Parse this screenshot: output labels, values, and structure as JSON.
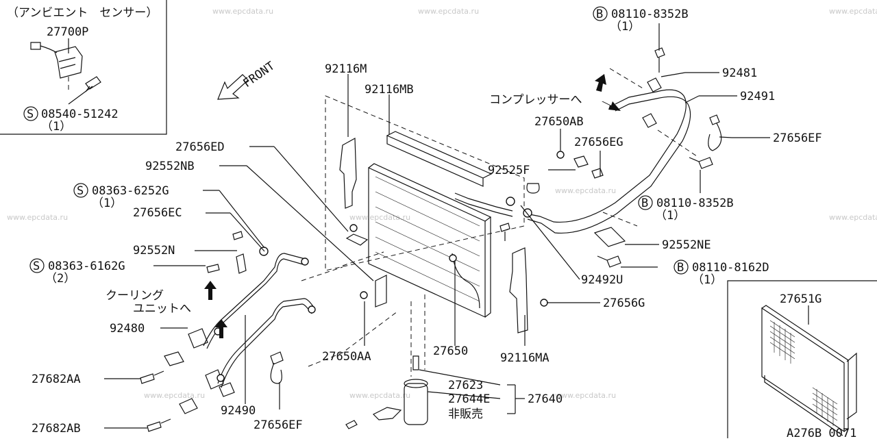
{
  "diagram": {
    "inset_ambient": {
      "heading": "（アンビエント　センサー）",
      "part": "27700P",
      "screw": "08540-51242",
      "screw_qty": "（1）",
      "screw_symbol": "S"
    },
    "front_label": "FRONT",
    "labels": {
      "p92116M": "92116M",
      "p92116MB": "92116MB",
      "p27656ED": "27656ED",
      "p92552NB": "92552NB",
      "p08363_6252G": "08363-6252G",
      "p08363_6252G_qty": "（1）",
      "p27656EC": "27656EC",
      "p92552N": "92552N",
      "p08363_6162G": "08363-6162G",
      "p08363_6162G_qty": "（2）",
      "cooling_unit_1": "クーリング",
      "cooling_unit_2": "ユニットへ",
      "p92480": "92480",
      "p27682AA": "27682AA",
      "p27682AB": "27682AB",
      "p92490": "92490",
      "p27656EF_bottom": "27656EF",
      "p27650AA": "27650AA",
      "p27650": "27650",
      "p92116MA": "92116MA",
      "p27623": "27623",
      "p27644E": "27644E",
      "p27640": "27640",
      "not_for_sale": "非販売",
      "p08110_8352B_top": "08110-8352B",
      "p08110_8352B_top_qty": "（1）",
      "p92481": "92481",
      "p92491": "92491",
      "to_compressor": "コンプレッサーへ",
      "p27650AB": "27650AB",
      "p27656EG": "27656EG",
      "p27656EF_right": "27656EF",
      "p92525F": "92525F",
      "p08110_8352B_mid": "08110-8352B",
      "p08110_8352B_mid_qty": "（1）",
      "p92552NE": "92552NE",
      "p08110_8162D": "08110-8162D",
      "p08110_8162D_qty": "（1）",
      "p92492U": "92492U",
      "p27656G": "27656G"
    },
    "inset_condenser": {
      "part": "27651G"
    },
    "symbols": {
      "bolt": "B",
      "screw": "S"
    },
    "footer_code": "A276B 0071",
    "watermark": "www.epcdata.ru"
  }
}
